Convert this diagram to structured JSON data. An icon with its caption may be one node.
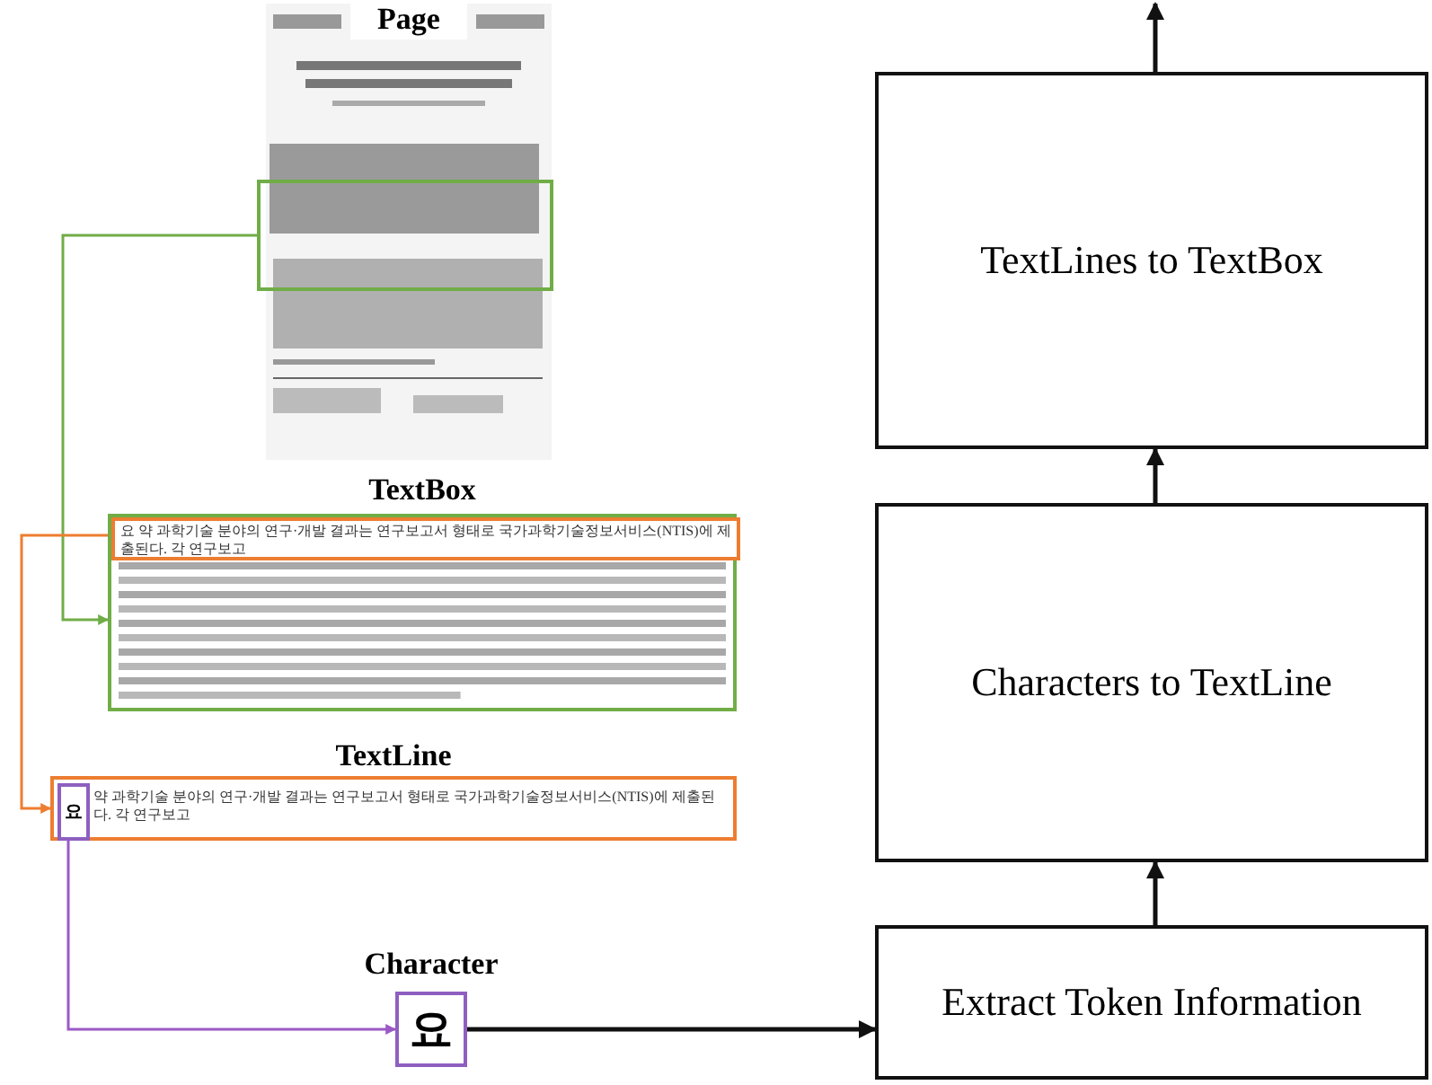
{
  "diagram": {
    "nodes": [
      {
        "text": [
          "Page"
        ]
      },
      {
        "text": [],
        "shape": "box",
        "in": 0
      },
      {
        "text": [
          "TextBox"
        ]
      },
      {
        "text": [
          "요 약 과학기술 분야의 연구·개발 결과는 연구보고서 형태로 국가과학기술정보서비스(NTIS)에 제출된다. 각 연구보고"
        ],
        "in": 2
      },
      {
        "text": [
          "TextLine",
          "약 과학기술 분야의 연구·개발 결과는 연구보고서 형태로 국가과학기술정보서비스(NTIS)에 제출된다. 각 연구보고"
        ]
      },
      {
        "text": [
          "요"
        ],
        "in": 4
      },
      {
        "text": [
          "Character",
          "요"
        ]
      },
      {
        "text": [
          "Extract Token Information"
        ]
      },
      {
        "text": [
          "Characters to TextLine"
        ]
      },
      {
        "text": [
          "TextLines to TextBox"
        ]
      }
    ],
    "edges": [
      {
        "from": 1,
        "to": 2,
        "arrow": "to",
        "color": "#70ad47"
      },
      {
        "from": 3,
        "to": 4,
        "arrow": "to",
        "color": "#ed7d31"
      },
      {
        "from": 5,
        "to": 6,
        "arrow": "to",
        "color": "#9b59c6"
      },
      {
        "from": 6,
        "to": 7,
        "arrow": "to"
      },
      {
        "from": 7,
        "to": 8,
        "arrow": "to"
      },
      {
        "from": 8,
        "to": 9,
        "arrow": "to"
      },
      {
        "from": 9,
        "to": null,
        "arrow": "to"
      }
    ]
  }
}
